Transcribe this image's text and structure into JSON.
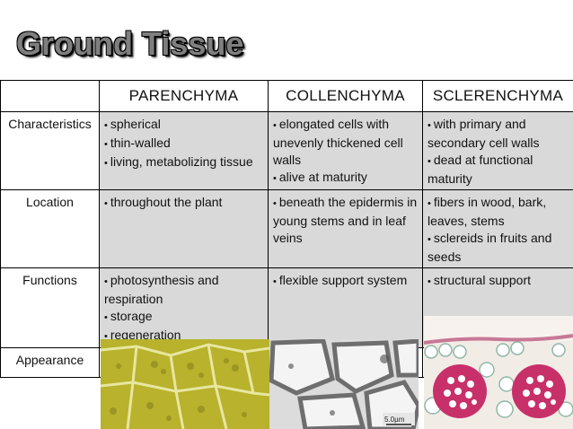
{
  "title": "Ground Tissue",
  "headers": [
    "",
    "PARENCHYMA",
    "COLLENCHYMA",
    "SCLERENCHYMA"
  ],
  "rows": [
    {
      "label": "Characteristics",
      "cells": [
        [
          "spherical",
          "thin-walled",
          "living, metabolizing tissue"
        ],
        [
          "elongated cells with unevenly thickened cell walls",
          "alive at maturity"
        ],
        [
          "with primary and secondary cell walls",
          "dead at functional maturity"
        ]
      ]
    },
    {
      "label": "Location",
      "cells": [
        [
          "throughout the plant"
        ],
        [
          "beneath the epidermis in young stems and in leaf veins"
        ],
        [
          "fibers in wood, bark, leaves, stems",
          "sclereids in fruits and seeds"
        ]
      ]
    },
    {
      "label": "Functions",
      "cells": [
        [
          "photosynthesis and respiration",
          "storage",
          "regeneration"
        ],
        [
          "flexible support system"
        ],
        [
          "structural support"
        ]
      ]
    },
    {
      "label": "Appearance",
      "cells": [
        [],
        [],
        []
      ]
    }
  ],
  "scale_bar": "5.0µm",
  "bullet": "•",
  "colors": {
    "title": "#7f7f7f",
    "cell_bg": "#d9d9d9",
    "parenchyma": "#b5ad2a",
    "collenchyma": "#9a9a9a",
    "sclerenchyma": "#c8306a"
  }
}
